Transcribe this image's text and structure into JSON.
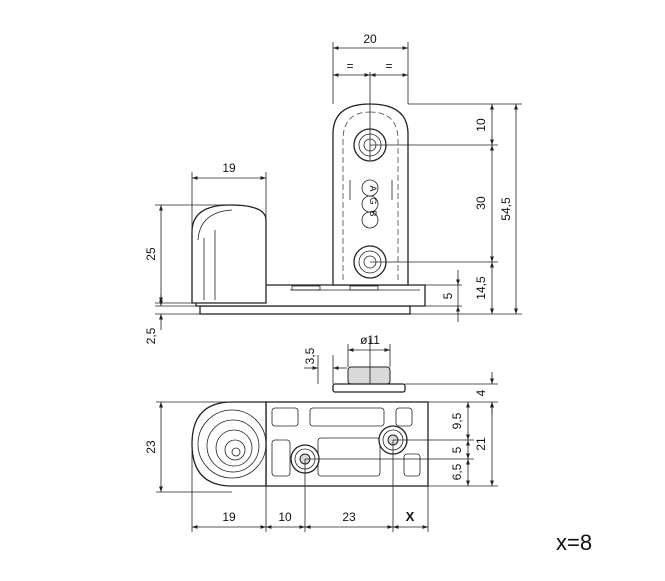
{
  "front_view": {
    "dims": {
      "width_top": "20",
      "eq_left": "=",
      "eq_right": "=",
      "h_10": "10",
      "h_30": "30",
      "h_total": "54,5",
      "h_14_5": "14,5",
      "h_5": "5",
      "knob_width": "19",
      "knob_height": "25",
      "base_thickness": "2,5"
    },
    "logo_text": "AGB"
  },
  "top_view": {
    "dims": {
      "pin_diameter": "ø11",
      "pin_offset": "3,5",
      "h_4": "4",
      "h_9_5": "9,5",
      "h_5": "5",
      "h_6_5": "6,5",
      "h_21": "21",
      "h_23": "23",
      "w_19": "19",
      "w_10": "10",
      "w_23": "23",
      "w_x": "X"
    }
  },
  "note": "x=8"
}
